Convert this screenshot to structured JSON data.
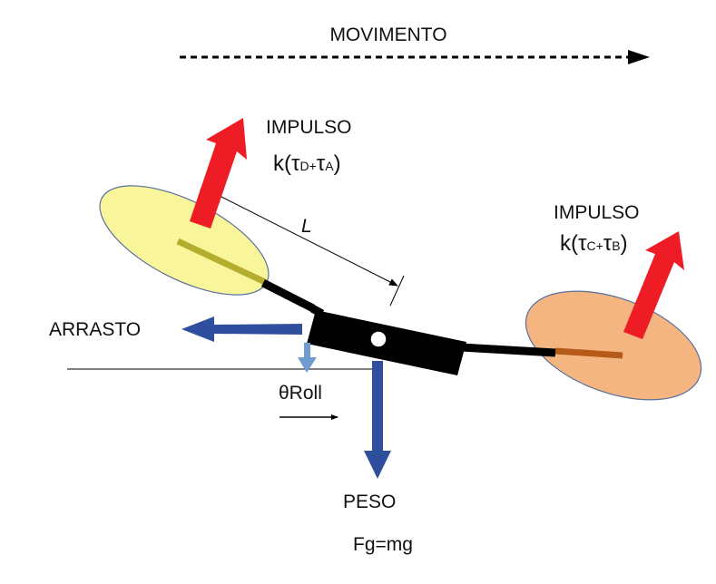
{
  "diagram": {
    "movement_label": "MOVIMENTO",
    "thrust_left": {
      "label": "IMPULSO",
      "formula": {
        "k": "k(",
        "t1": "τ",
        "s1": "D",
        "plus": "+",
        "t2": "τ",
        "s2": "A",
        "close": ")"
      }
    },
    "thrust_right": {
      "label": "IMPULSO",
      "formula": {
        "k": "k(",
        "t1": "τ",
        "s1": "C",
        "plus": "+",
        "t2": "τ",
        "s2": "B",
        "close": ")"
      }
    },
    "arm_length_label": "L",
    "drag_label": "ARRASTO",
    "roll_label": "θRoll",
    "weight_label": "PESO",
    "weight_formula": "Fg=mg"
  },
  "colors": {
    "thrust_arrow": "#ee1c24",
    "force_arrow": "#2f4f9e",
    "roll_arrow": "#6f9bd1",
    "left_rotor_fill": "#f8f59a",
    "left_rotor_blade": "#b5ad2e",
    "right_rotor_fill": "#f5b580",
    "right_rotor_blade": "#b55a18",
    "rotor_edge": "#5a6fa0",
    "body": "#000000"
  }
}
